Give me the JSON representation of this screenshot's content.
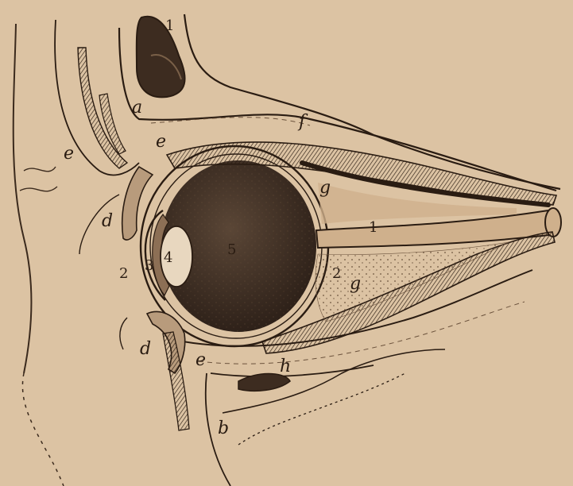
{
  "colors": {
    "paper": "#dcc3a3",
    "ink": "#2a1c12",
    "globe": "#3b2c22",
    "globe_highlight": "#5a4636",
    "fat": "#cfb08c",
    "lens": "#e8d7bf"
  },
  "labels": {
    "a": "a",
    "b": "b",
    "d_upper": "d",
    "d_lower": "d",
    "e_left": "e",
    "e_upper": "e",
    "e_lower": "e",
    "f": "f",
    "g_upper": "g",
    "g_lower": "g",
    "h": "h",
    "n1_top": "1",
    "n1_nerve": "1",
    "n2_left": "2",
    "n2_right": "2",
    "n3": "3",
    "n4": "4",
    "n5": "5"
  }
}
